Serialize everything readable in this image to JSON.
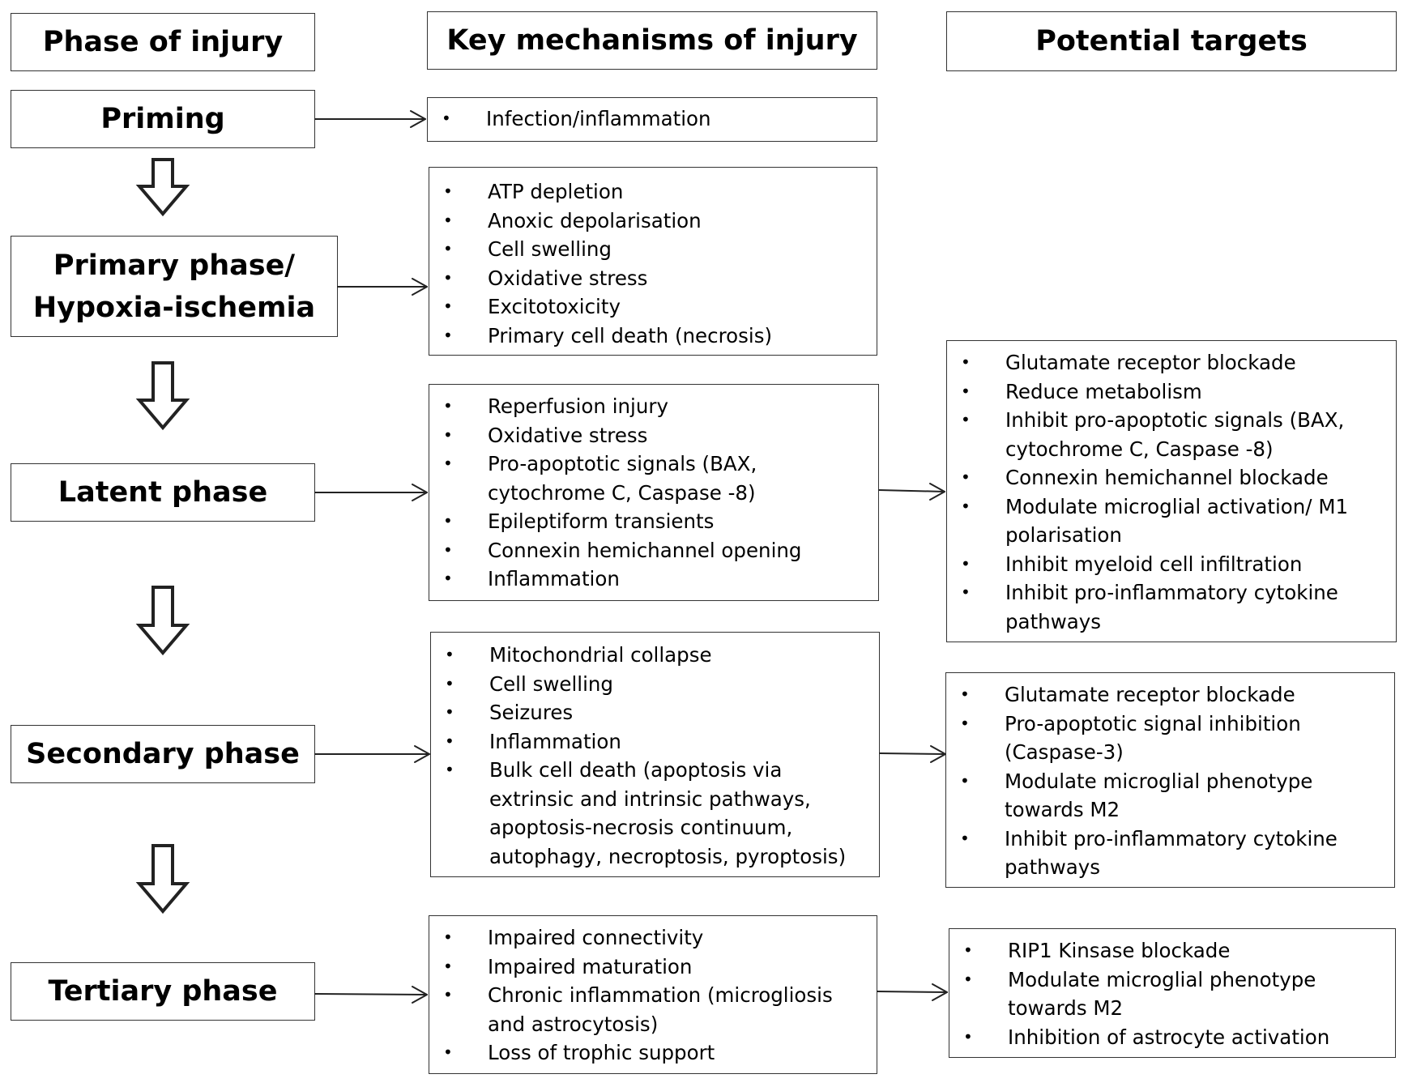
{
  "headers": {
    "phase": "Phase of injury",
    "mechanisms": "Key mechanisms of injury",
    "targets": "Potential targets"
  },
  "phases": {
    "priming": "Priming",
    "primary_line1": "Primary phase/",
    "primary_line2": "Hypoxia-ischemia",
    "latent": "Latent phase",
    "secondary": "Secondary phase",
    "tertiary": "Tertiary phase"
  },
  "mechanisms": {
    "priming": [
      "Infection/inflammation"
    ],
    "primary": [
      "ATP depletion",
      "Anoxic depolarisation",
      "Cell swelling",
      "Oxidative stress",
      "Excitotoxicity",
      "Primary cell death (necrosis)"
    ],
    "latent": [
      "Reperfusion injury",
      "Oxidative stress",
      "Pro-apoptotic signals (BAX, cytochrome C, Caspase -8)",
      "Epileptiform transients",
      "Connexin hemichannel opening",
      "Inflammation"
    ],
    "secondary": [
      "Mitochondrial collapse",
      "Cell swelling",
      "Seizures",
      "Inflammation",
      "Bulk cell death (apoptosis via extrinsic and intrinsic pathways, apoptosis-necrosis continuum, autophagy, necroptosis, pyroptosis)"
    ],
    "tertiary": [
      "Impaired connectivity",
      "Impaired maturation",
      "Chronic inflammation (microgliosis and astrocytosis)",
      "Loss of trophic support"
    ]
  },
  "targets": {
    "latent": [
      "Glutamate receptor blockade",
      "Reduce metabolism",
      "Inhibit pro-apoptotic signals (BAX, cytochrome C, Caspase -8)",
      "Connexin hemichannel blockade",
      "Modulate microglial activation/ M1 polarisation",
      "Inhibit myeloid cell infiltration",
      "Inhibit pro-inflammatory cytokine pathways"
    ],
    "secondary": [
      "Glutamate receptor blockade",
      "Pro-apoptotic signal inhibition (Caspase-3)",
      "Modulate microglial phenotype towards M2",
      "Inhibit pro-inflammatory cytokine pathways"
    ],
    "tertiary": [
      "RIP1 Kinsase blockade",
      "Modulate microglial phenotype towards M2",
      "Inhibition of astrocyte activation"
    ]
  }
}
